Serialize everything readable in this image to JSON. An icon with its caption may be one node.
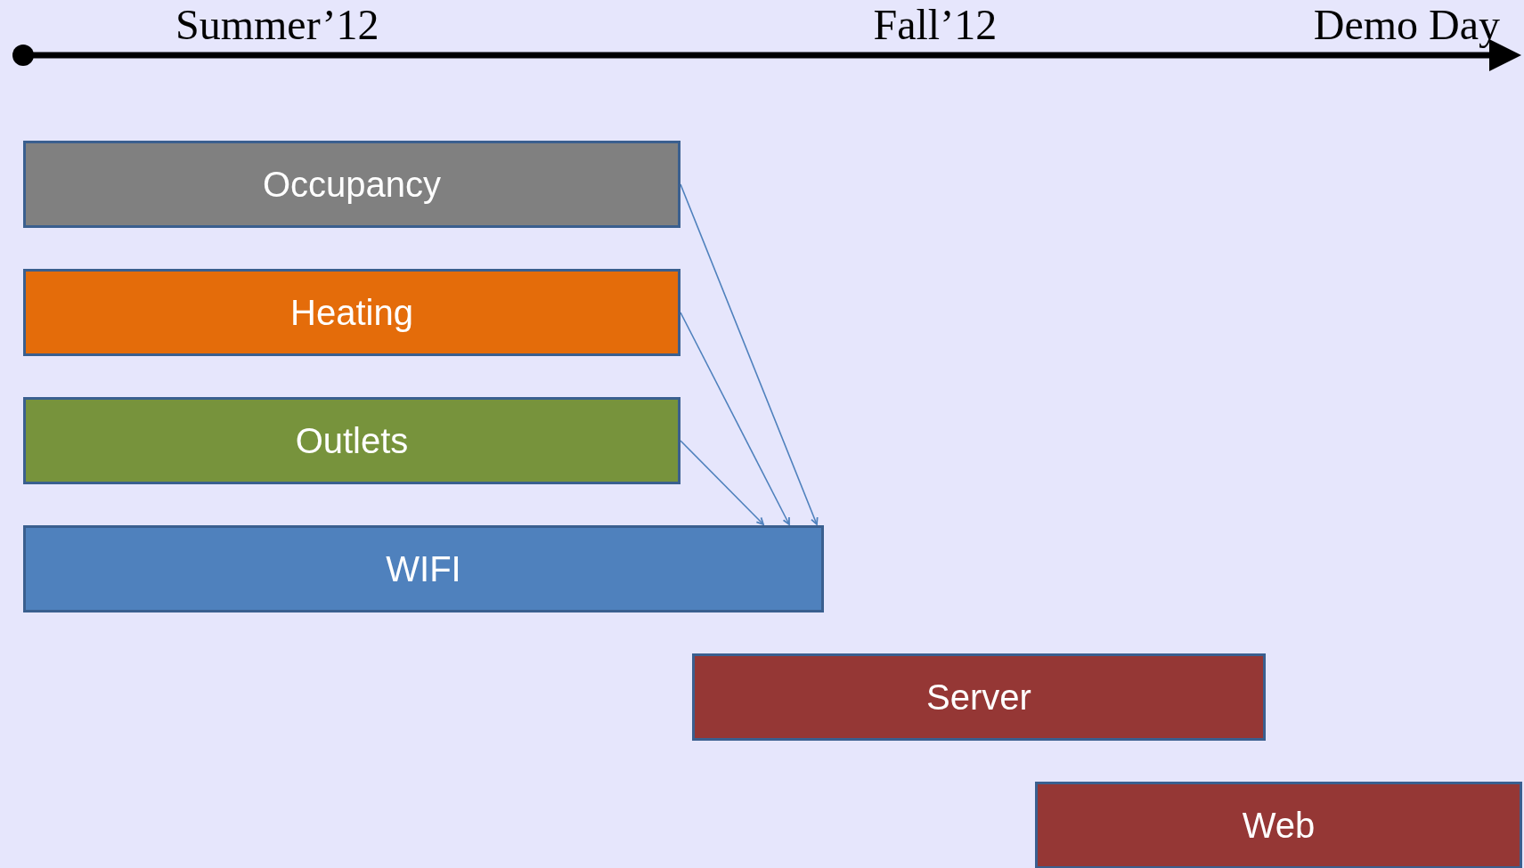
{
  "diagram": {
    "nodes": [
      {
        "text": [
          "Occupancy"
        ]
      },
      {
        "text": [
          "Heating"
        ]
      },
      {
        "text": [
          "Outlets"
        ]
      },
      {
        "text": [
          "WIFI"
        ]
      },
      {
        "text": [
          "Server"
        ]
      },
      {
        "text": [
          "Web"
        ]
      }
    ],
    "edges": [
      {
        "from": 0,
        "to": 3,
        "arrow": "to"
      },
      {
        "from": 1,
        "to": 3,
        "arrow": "to"
      },
      {
        "from": 2,
        "to": 3,
        "arrow": "to"
      }
    ],
    "labels": [
      "Summer’12",
      "Fall’12",
      "Demo Day"
    ]
  }
}
